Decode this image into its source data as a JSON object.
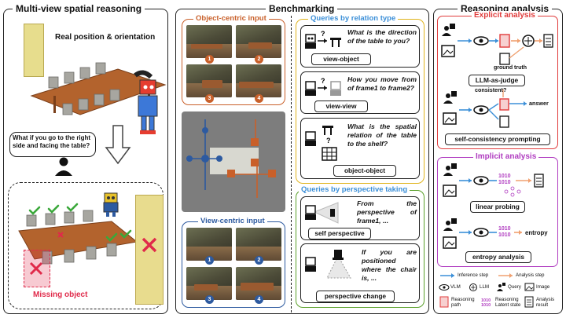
{
  "colors": {
    "object_centric": "#c9602a",
    "view_centric": "#2d5aa0",
    "relation_type": "#e0b41c",
    "perspective_taking": "#5aa02a",
    "explicit": "#e03b3b",
    "implicit": "#b03cc0",
    "inference_arrow": "#3b8fd8",
    "analysis_arrow": "#f0a070",
    "missing": "#e02a4a",
    "check": "#3aa83a"
  },
  "left": {
    "title": "Multi-view spatial reasoning",
    "real_label": "Real position & orientation",
    "question": "What if you go to the right side and facing the table?",
    "missing_label": "Missing object"
  },
  "middle": {
    "title": "Benchmarking",
    "object_centric_title": "Object-centric input",
    "view_centric_title": "View-centric input",
    "frame_numbers": [
      "1",
      "2",
      "3",
      "4"
    ],
    "relation_title": "Queries by relation type",
    "perspective_title": "Queries by perspective taking",
    "q_view_object": "What is the direction of the table to you?",
    "tag_view_object": "view-object",
    "q_view_view": "How you move from of frame1 to frame2?",
    "tag_view_view": "view-view",
    "q_object_object": "What is the spatial relation of the table to the shelf?",
    "tag_object_object": "object-object",
    "q_self": "From the perspective of frame1, ...",
    "tag_self": "self perspective",
    "q_change": "If you are positioned where the chair is, ...",
    "tag_change": "perspective change"
  },
  "right": {
    "title": "Reasoning analysis",
    "explicit_title": "Explicit analysis",
    "ground_truth": "ground truth",
    "llm_judge": "LLM-as-judge",
    "consistent": "consistent?",
    "answer": "answer",
    "self_consistency": "self-consistency prompting",
    "implicit_title": "Implicit analysis",
    "linear_probing": "linear probing",
    "entropy": "entropy",
    "entropy_analysis": "entropy analysis",
    "legend_inference": "Inference step",
    "legend_analysis": "Analysis step",
    "legend_vlm": "VLM",
    "legend_llm": "LLM",
    "legend_query": "Query",
    "legend_image": "Image",
    "legend_path": "Reasoning path",
    "legend_latent": "Reasoning Latent state",
    "legend_result": "Analysis result",
    "latent_glyph": "1010"
  }
}
